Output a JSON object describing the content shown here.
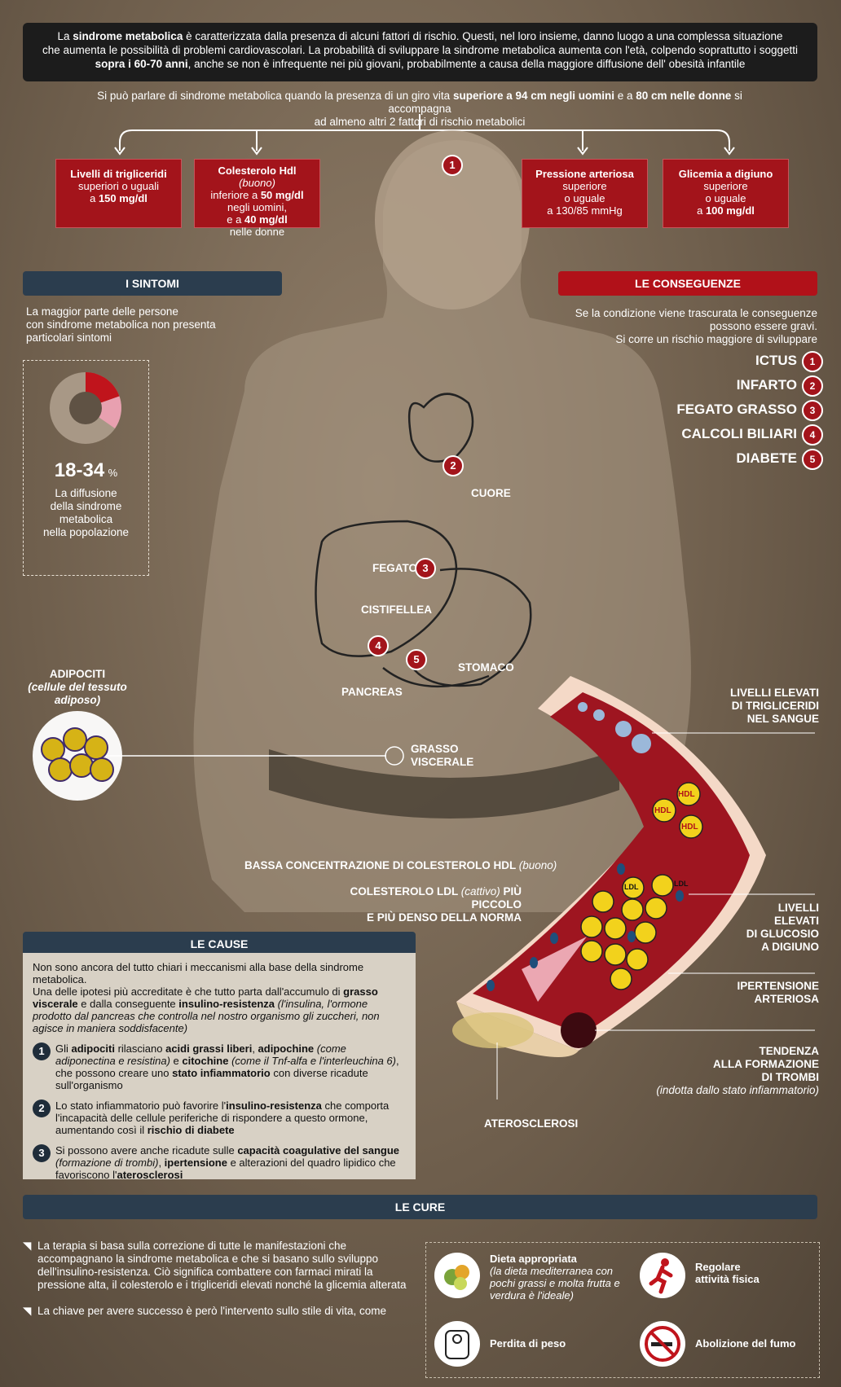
{
  "intro_box": {
    "l1a": "La ",
    "l1b": "sindrome metabolica",
    "l1c": " è caratterizzata dalla presenza di alcuni fattori di rischio. Questi, nel loro insieme, danno luogo a una complessa situazione",
    "l2": "che aumenta le possibilità di problemi cardiovascolari. La probabilità di sviluppare la sindrome metabolica aumenta con l'età, colpendo soprattutto i soggetti",
    "l3a": "sopra i 60-70 anni",
    "l3b": ", anche se non è infrequente nei più giovani, probabilmente a causa della maggiore diffusione dell' obesità infantile"
  },
  "criteria": {
    "a": "Si può parlare di sindrome metabolica quando la presenza di un giro vita ",
    "b": "superiore a 94 cm negli uomini",
    "c": " e a ",
    "d": "80 cm nelle donne",
    "e": " si accompagna",
    "f": "ad almeno altri 2 fattori di rischio metabolici"
  },
  "factors": [
    {
      "title": "Livelli di trigliceridi",
      "l1": "superiori o uguali",
      "l2": "a ",
      "l2b": "150 mg/dl"
    },
    {
      "title": "Colesterolo Hdl ",
      "title_it": "(buono)",
      "l1": "inferiore a ",
      "l1b": "50 mg/dl",
      "l2": "negli uomini,",
      "l3": "e a ",
      "l3b": "40 mg/dl",
      "l4": "nelle donne"
    },
    {
      "title": "Pressione arteriosa",
      "l1": "superiore",
      "l2": "o uguale",
      "l3": "a 130/85 mmHg"
    },
    {
      "title": "Glicemia a digiuno",
      "l1": "superiore",
      "l2": "o uguale",
      "l3": "a ",
      "l3b": "100 mg/dl"
    }
  ],
  "symptoms": {
    "header": "I SINTOMI",
    "text1": "La maggior parte delle persone",
    "text2": "con sindrome metabolica non presenta",
    "text3": "particolari sintomi",
    "stat": "18-34",
    "stat_unit": "%",
    "cap1": "La diffusione",
    "cap2": "della sindrome",
    "cap3": "metabolica",
    "cap4": "nella popolazione",
    "donut": {
      "low": 18,
      "high": 34,
      "colors": {
        "base": "#a89886",
        "red": "#c0141c",
        "pink": "#e8a0b0"
      }
    }
  },
  "consequences": {
    "header": "LE CONSEGUENZE",
    "text1": "Se la condizione viene trascurata le conseguenze",
    "text2": "possono essere gravi.",
    "text3": "Si corre un rischio maggiore di sviluppare",
    "items": [
      {
        "label": "ICTUS",
        "num": "1"
      },
      {
        "label": "INFARTO",
        "num": "2"
      },
      {
        "label": "FEGATO GRASSO",
        "num": "3"
      },
      {
        "label": "CALCOLI BILIARI",
        "num": "4"
      },
      {
        "label": "DIABETE",
        "num": "5"
      }
    ]
  },
  "organs": {
    "cuore": "CUORE",
    "fegato": "FEGATO",
    "cistifellea": "CISTIFELLEA",
    "stomaco": "STOMACO",
    "pancreas": "PANCREAS",
    "grasso1": "GRASSO",
    "grasso2": "VISCERALE",
    "adip1": "ADIPOCITI",
    "adip2": "(cellule del tessuto",
    "adip3": "adiposo)",
    "n1": "1",
    "n2": "2",
    "n3": "3",
    "n4": "4",
    "n5": "5"
  },
  "vessel": {
    "trig1": "LIVELLI ELEVATI",
    "trig2": "DI TRIGLICERIDI",
    "trig3": "NEL SANGUE",
    "hdl_a": "BASSA CONCENTRAZIONE DI COLESTEROLO HDL ",
    "hdl_b": "(buono)",
    "ldl1a": "COLESTEROLO LDL ",
    "ldl1b": "(cattivo)",
    "ldl1c": " PIÙ PICCOLO",
    "ldl2": "E PIÙ DENSO DELLA NORMA",
    "gl1": "LIVELLI",
    "gl2": "ELEVATI",
    "gl3": "DI GLUCOSIO",
    "gl4": "A DIGIUNO",
    "ip1": "IPERTENSIONE",
    "ip2": "ARTERIOSA",
    "tr1": "TENDENZA",
    "tr2": "ALLA FORMAZIONE",
    "tr3": "DI TROMBI",
    "tr4": "(indotta dallo stato infiammatorio)",
    "ater": "ATEROSCLEROSI",
    "hdl_label": "HDL",
    "ldl_label": "LDL"
  },
  "causes": {
    "header": "LE CAUSE",
    "p1": "Non sono ancora del tutto chiari i meccanismi alla base della sindrome metabolica.",
    "p2a": "Una delle ipotesi più accreditate è che tutto parta dall'accumulo di ",
    "p2b": "grasso viscerale",
    "p2c": " e dalla conseguente ",
    "p2d": "insulino-resistenza",
    "p2e": " (l'insulina, l'ormone prodotto dal pancreas che controlla nel nostro organismo gli zuccheri, non agisce in maniera soddisfacente)",
    "i1a": "Gli ",
    "i1b": "adipociti",
    "i1c": " rilasciano ",
    "i1d": "acidi grassi liberi",
    "i1e": ", ",
    "i1f": "adipochine",
    "i1g": " (come adiponectina e resistina)",
    "i1h": " e ",
    "i1i": "citochine",
    "i1j": " (come il Tnf-alfa e l'interleuchina 6)",
    "i1k": ", che possono creare uno ",
    "i1l": "stato infiammatorio",
    "i1m": " con diverse ricadute sull'organismo",
    "i2a": "Lo stato infiammatorio può favorire l'",
    "i2b": "insulino-resistenza",
    "i2c": " che comporta l'incapacità delle cellule periferiche di rispondere a questo ormone, aumentando così il ",
    "i2d": "rischio di diabete",
    "i3a": "Si possono avere anche ricadute sulle ",
    "i3b": "capacità coagulative del sangue",
    "i3c": " (formazione di trombi)",
    "i3d": ", ",
    "i3e": "ipertensione",
    "i3f": " e alterazioni del quadro lipidico che favoriscono l'",
    "i3g": "aterosclerosi",
    "n1": "1",
    "n2": "2",
    "n3": "3"
  },
  "cures": {
    "header": "LE CURE",
    "t1": "La terapia si basa sulla correzione di tutte le manifestazioni che accompagnano la sindrome metabolica e che si basano sullo sviluppo dell'insulino-resistenza. Ciò significa combattere con farmaci mirati la pressione alta, il colesterolo e i trigliceridi elevati nonché la glicemia alterata",
    "t2": "La chiave per avere successo è però l'intervento sullo stile di vita, come",
    "diet1": "Dieta appropriata",
    "diet2": "(la dieta mediterranea con pochi grassi e molta frutta e verdura è l'ideale)",
    "exercise1": "Regolare",
    "exercise2": "attività fisica",
    "weight": "Perdita di peso",
    "smoke": "Abolizione del fumo"
  }
}
